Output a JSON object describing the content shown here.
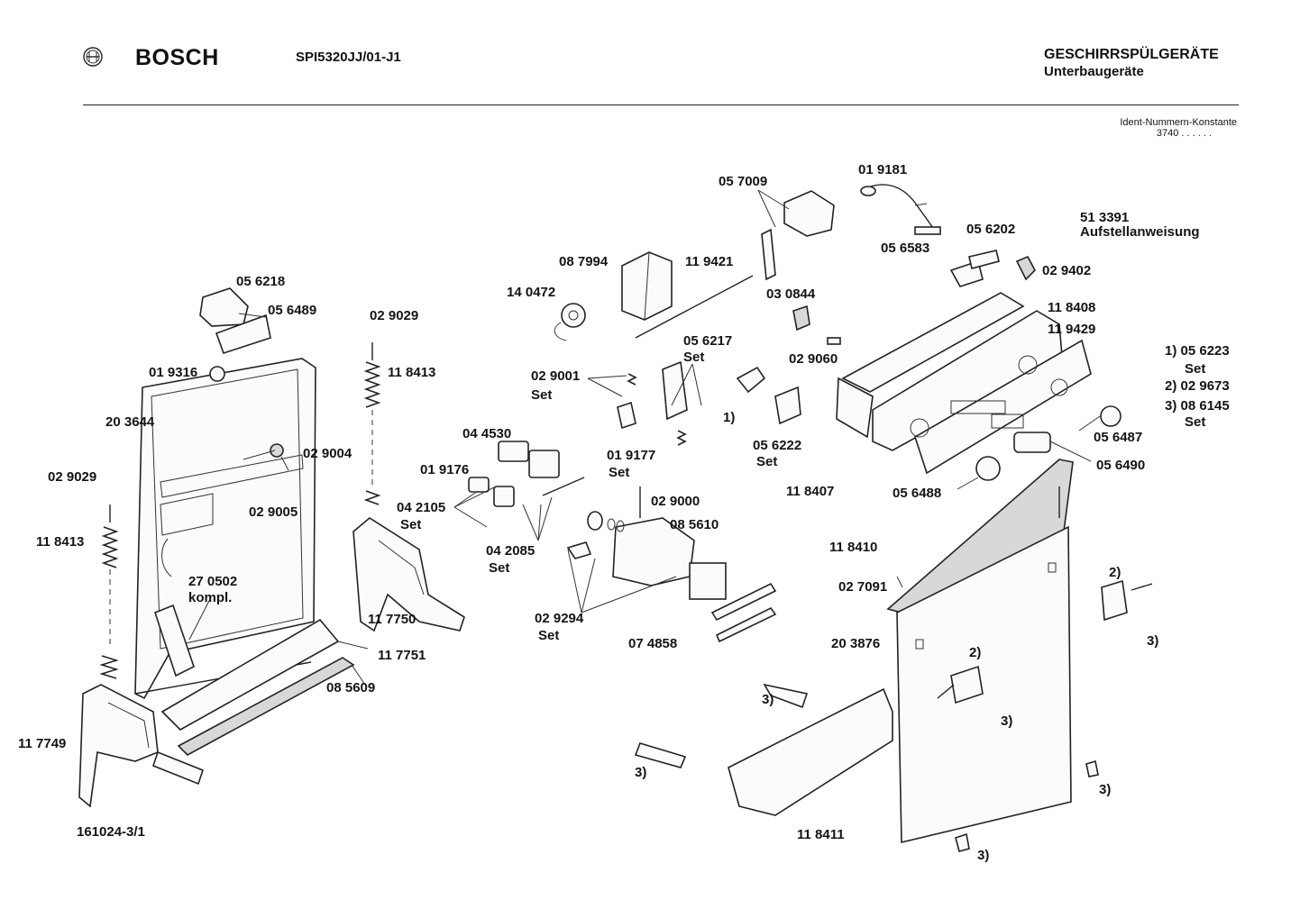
{
  "header": {
    "brand": "BOSCH",
    "model": "SPI5320JJ/01-J1",
    "title": "GESCHIRRSPÜLGERÄTE",
    "subtitle": "Unterbaugeräte",
    "ident_label": "Ident-Nummern-Konstante",
    "ident_value": "3740  . .   . . . ."
  },
  "footer": {
    "drawing_number": "161024-3/1"
  },
  "labels": {
    "l01": "05 7009",
    "l02": "01 9181",
    "l03": "51 3391",
    "l04": "Aufstellanweisung",
    "l05": "05 6202",
    "l06": "05 6583",
    "l07": "02 9402",
    "l08": "08 7994",
    "l09": "11 9421",
    "l10": "14 0472",
    "l11": "03 0844",
    "l12": "11 8408",
    "l13": "11 9429",
    "l14": "05 6218",
    "l15": "05 6489",
    "l16": "02 9029",
    "l17": "11 8413",
    "l18": "01 9316",
    "l19": "05 6217",
    "l20": "Set",
    "l21": "02 9001",
    "l22": "Set",
    "l23": "02 9060",
    "l24": "1) 05 6223",
    "l25": "Set",
    "l26": "2) 02 9673",
    "l27": "3) 08 6145",
    "l28": "Set",
    "l29": "20 3644",
    "l30": "1)",
    "l31": "05 6222",
    "l32": "Set",
    "l33": "05 6487",
    "l34": "04 4530",
    "l35": "01 9176",
    "l36": "01 9177",
    "l37": "Set",
    "l38": "02 9004",
    "l39": "02 9029",
    "l40": "02 9005",
    "l41": "11 8407",
    "l42": "05 6488",
    "l43": "05 6490",
    "l44": "04 2105",
    "l45": "Set",
    "l46": "02 9000",
    "l47": "08 5610",
    "l48": "11 8413",
    "l49": "04 2085",
    "l50": "Set",
    "l51": "11 8410",
    "l52": "2)",
    "l53": "27 0502",
    "l54": "kompl.",
    "l55": "02 7091",
    "l56": "11 7750",
    "l57": "02 9294",
    "l58": "Set",
    "l59": "07 4858",
    "l60": "3)",
    "l61": "20 3876",
    "l62": "2)",
    "l63": "11 7751",
    "l64": "08 5609",
    "l65": "3)",
    "l66": "3)",
    "l67": "11 7749",
    "l68": "3)",
    "l69": "3)",
    "l70": "11 8411",
    "l71": "3)"
  }
}
